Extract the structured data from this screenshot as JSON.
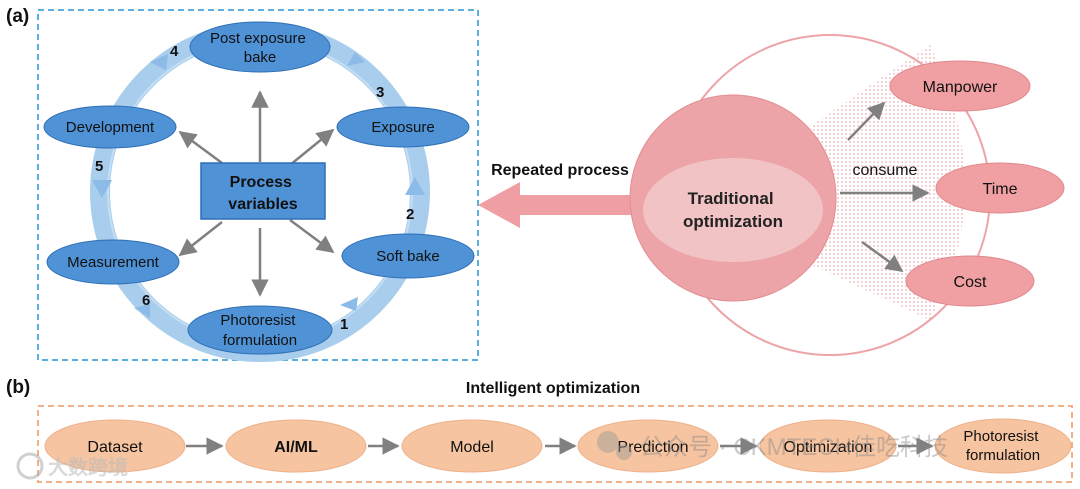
{
  "panel_a": {
    "label": "(a)",
    "cycle_nodes": [
      {
        "id": "post-exposure-bake",
        "lines": [
          "Post exposure",
          "bake"
        ]
      },
      {
        "id": "exposure",
        "lines": [
          "Exposure"
        ]
      },
      {
        "id": "soft-bake",
        "lines": [
          "Soft bake"
        ]
      },
      {
        "id": "photoresist-formulation",
        "lines": [
          "Photoresist",
          "formulation"
        ]
      },
      {
        "id": "measurement",
        "lines": [
          "Measurement"
        ]
      },
      {
        "id": "development",
        "lines": [
          "Development"
        ]
      }
    ],
    "step_numbers": [
      "1",
      "2",
      "3",
      "4",
      "5",
      "6"
    ],
    "center": {
      "lines": [
        "Process",
        "variables"
      ]
    },
    "repeated_label": "Repeated process",
    "traditional": {
      "lines": [
        "Traditional",
        "optimization"
      ],
      "consume_label": "consume",
      "resources": [
        "Manpower",
        "Time",
        "Cost"
      ]
    }
  },
  "panel_b": {
    "label": "(b)",
    "title": "Intelligent optimization",
    "flow": [
      {
        "id": "dataset",
        "lines": [
          "Dataset"
        ],
        "bold": false
      },
      {
        "id": "ai-ml",
        "lines": [
          "AI/ML"
        ],
        "bold": true
      },
      {
        "id": "model",
        "lines": [
          "Model"
        ],
        "bold": false
      },
      {
        "id": "prediction",
        "lines": [
          "Prediction"
        ],
        "bold": false
      },
      {
        "id": "optimization",
        "lines": [
          "Optimization"
        ],
        "bold": false
      },
      {
        "id": "photoresist-formulation-b",
        "lines": [
          "Photoresist",
          "formulation"
        ],
        "bold": false
      }
    ]
  },
  "watermarks": [
    "公众号 · CKMTECH佳吃科技",
    "大数跨境"
  ],
  "colors": {
    "blue_node": "#4f92d6",
    "blue_dark": "#2f6fb5",
    "blue_ring": "#a9cdec",
    "dashed_blue": "#5aaee0",
    "pink_circle": "#eda4a8",
    "pink_node": "#f0a0a3",
    "pink_stroke": "#e0888c",
    "orange_node": "#f6c4a0",
    "dashed_orange": "#efb08a",
    "gray_arrow": "#808080"
  }
}
